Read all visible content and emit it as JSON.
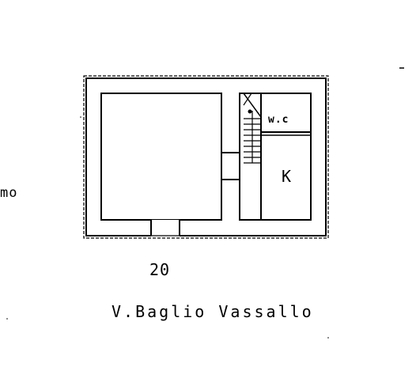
{
  "labels": {
    "left_fragment": "mo",
    "wc": "w.c",
    "kitchen": "K",
    "number": "20",
    "street": "V.Baglio Vassallo"
  },
  "colors": {
    "ink": "#000000",
    "background": "#ffffff"
  }
}
